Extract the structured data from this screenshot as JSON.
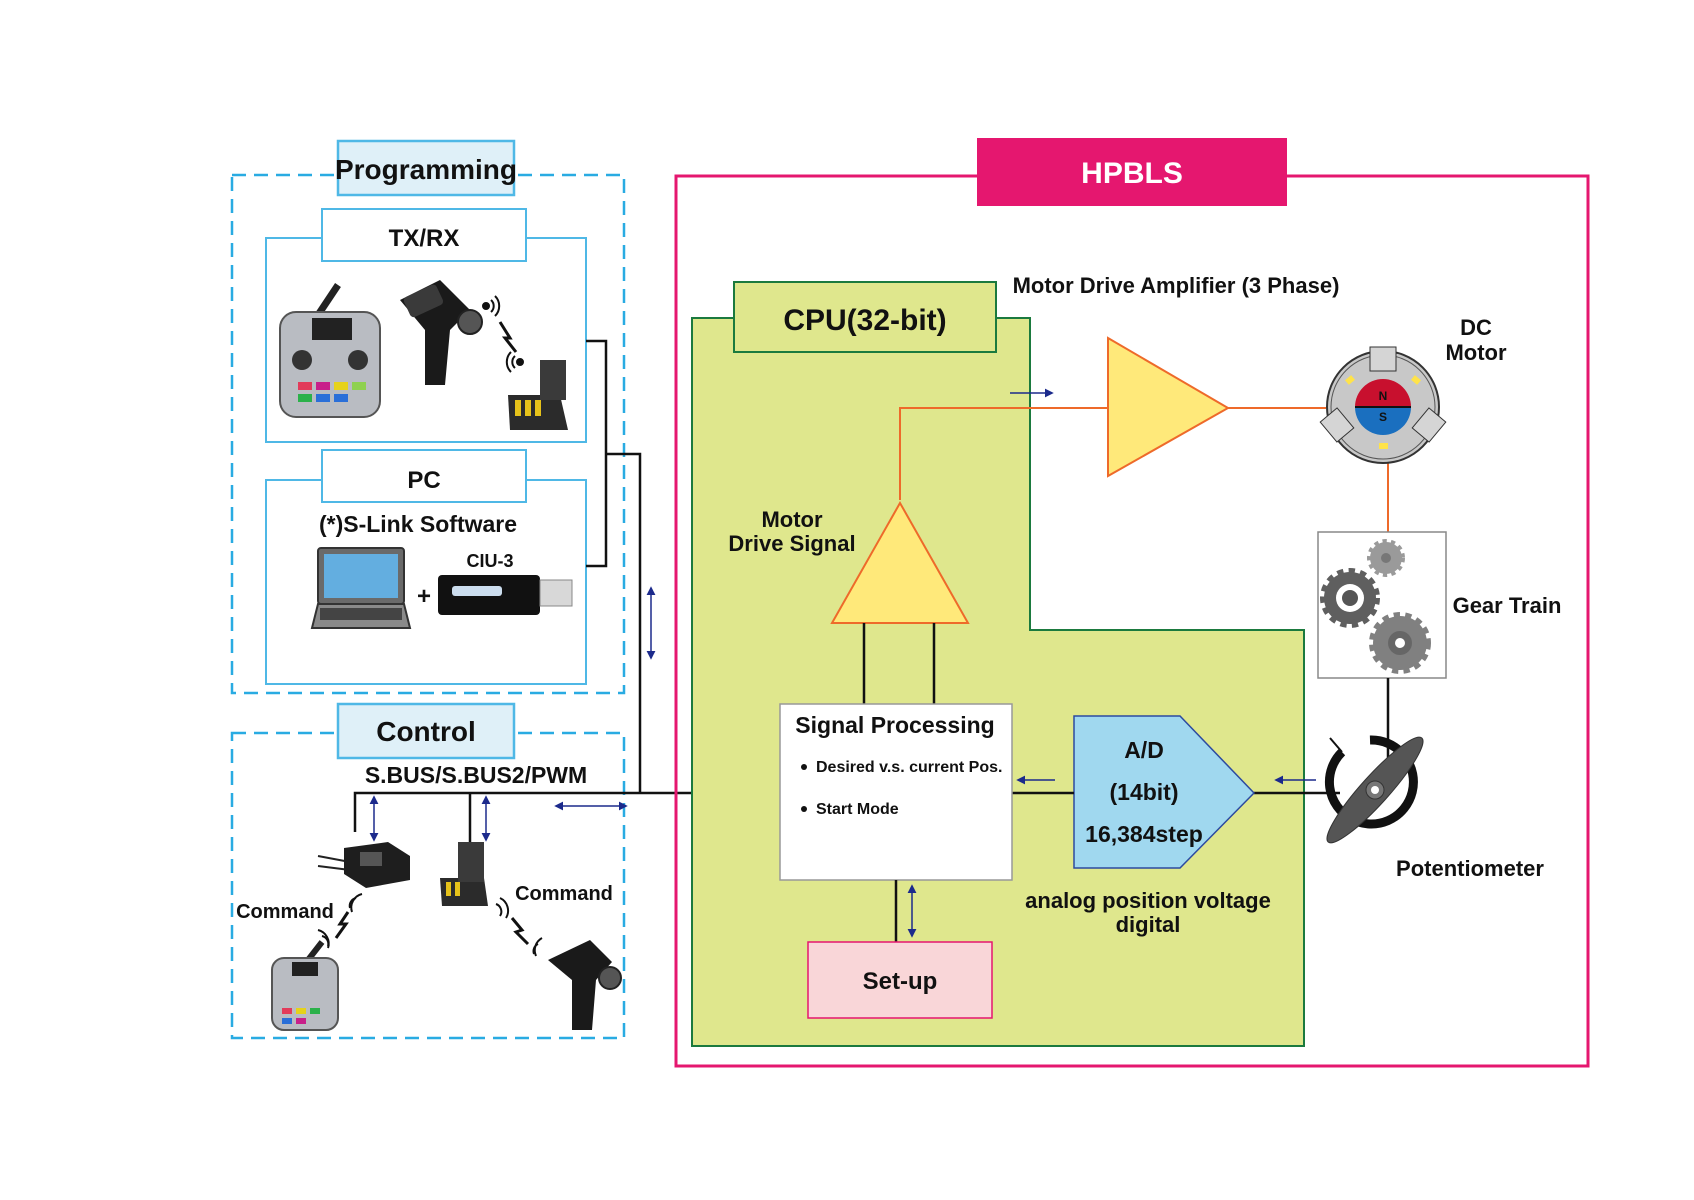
{
  "colors": {
    "dashed_blue": "#29abe2",
    "box_blue": "#4fb8e6",
    "header_blue_fill": "#dff0f8",
    "hpbls_magenta": "#e5176f",
    "cpu_green_fill": "#dfe78d",
    "cpu_green_stroke": "#1b7a3e",
    "amp_yellow": "#ffe97a",
    "amp_orange": "#ee6a2a",
    "ad_blue": "#a0d8ef",
    "ad_stroke": "#2c4aa0",
    "setup_pink": "#f9d6d8",
    "arrow_navy": "#1c2a8c",
    "motor_red": "#c8102e",
    "motor_blue": "#1a6fbf"
  },
  "programming": {
    "title": "Programming",
    "txrx": {
      "title": "TX/RX"
    },
    "pc": {
      "title": "PC",
      "software": "(*)S-Link Software",
      "plus": "+",
      "interface": "CIU-3"
    }
  },
  "control": {
    "title": "Control",
    "bus": "S.BUS/S.BUS2/PWM",
    "command_left": "Command",
    "command_right": "Command"
  },
  "hpbls": {
    "title": "HPBLS",
    "cpu": "CPU(32-bit)",
    "amplifier": "Motor Drive Amplifier (3 Phase)",
    "motor_drive_signal": [
      "Motor",
      "Drive Signal"
    ],
    "dc_motor": [
      "DC",
      "Motor"
    ],
    "motor_poles": [
      "N",
      "S"
    ],
    "gear_train": "Gear Train",
    "potentiometer": "Potentiometer",
    "signal_processing": {
      "title": "Signal Processing",
      "bullets": [
        "Desired v.s. current Pos.",
        "Start Mode"
      ]
    },
    "ad": {
      "line1": "A/D",
      "line2": "(14bit)",
      "line3": "16,384step"
    },
    "analog_note": [
      "analog position voltage",
      "digital"
    ],
    "setup": "Set-up"
  }
}
